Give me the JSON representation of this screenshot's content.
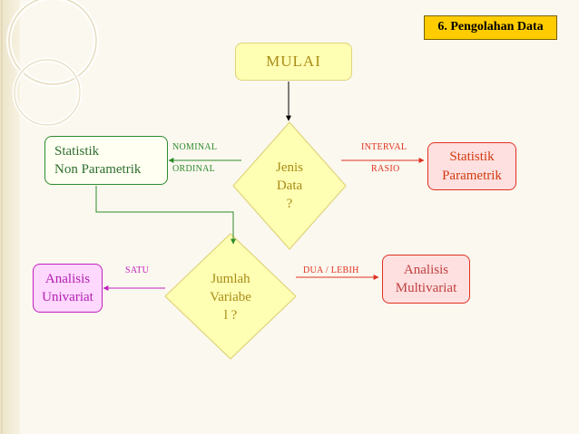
{
  "slide": {
    "tag": "6. Pengolahan Data"
  },
  "nodes": {
    "start": "MULAI",
    "decision_data_type": [
      "Jenis",
      "Data",
      "?"
    ],
    "nonparametric": [
      "Statistik",
      "Non Parametrik"
    ],
    "parametric": [
      "Statistik",
      "Parametrik"
    ],
    "decision_variables": [
      "Jumlah",
      "Variabe",
      "l ?"
    ],
    "univariate": [
      "Analisis",
      "Univariat"
    ],
    "multivariate": [
      "Analisis",
      "Multivariat"
    ]
  },
  "edge_labels": {
    "nominal": "NOMINAL",
    "ordinal": "ORDINAL",
    "interval": "INTERVAL",
    "rasio": "RASIO",
    "satu": "SATU",
    "dua_lebih": "DUA / LEBIH"
  },
  "colors": {
    "background": "#fbf8ef",
    "yellow_fill": "#ffffb3",
    "yellow_border": "#e0d37a",
    "yellow_text": "#a98c18",
    "green": "#2e8b2e",
    "red": "#e03020",
    "magenta": "#c020c0",
    "magenta_fill": "#ffd8ff",
    "pink_fill": "#ffe0e0",
    "tag_fill": "#ffcc00"
  }
}
